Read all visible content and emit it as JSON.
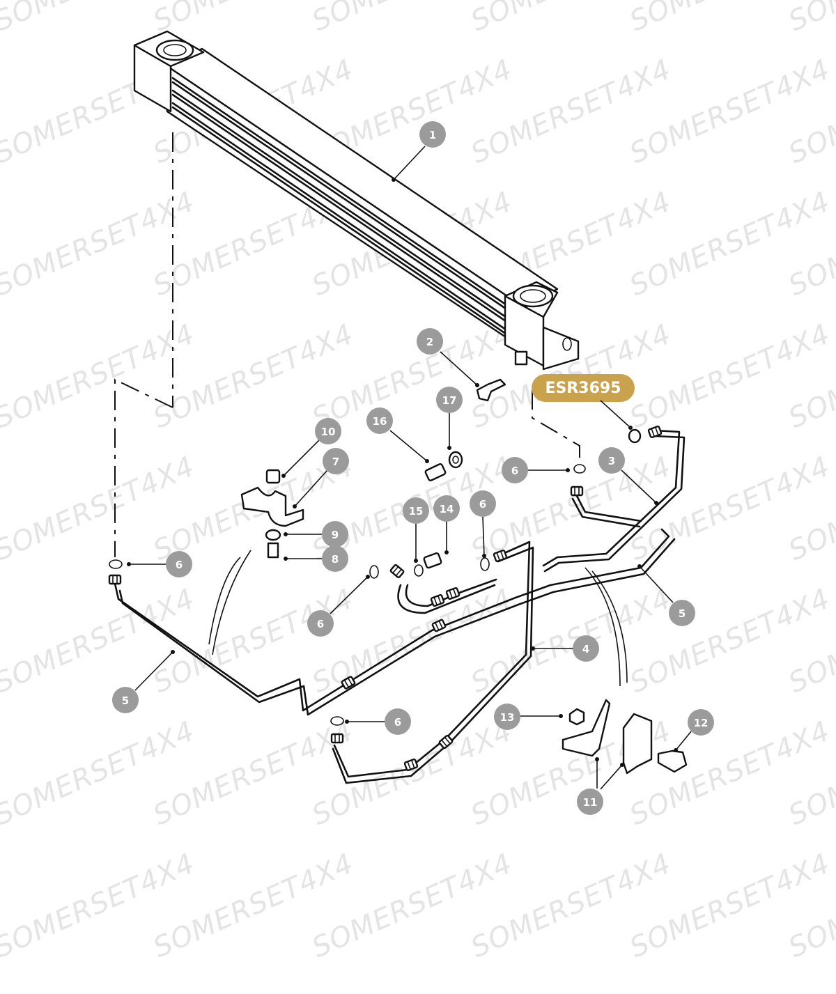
{
  "watermark": "SOMERSET4X4",
  "part_badge": {
    "label": "ESR3695",
    "color": "#c9a24e"
  },
  "callout_color": "#9b9b9b",
  "callouts": [
    "1",
    "2",
    "17",
    "16",
    "10",
    "7",
    "6",
    "3",
    "15",
    "14",
    "6",
    "9",
    "8",
    "6",
    "6",
    "5",
    "4",
    "5",
    "6",
    "13",
    "12",
    "11"
  ]
}
